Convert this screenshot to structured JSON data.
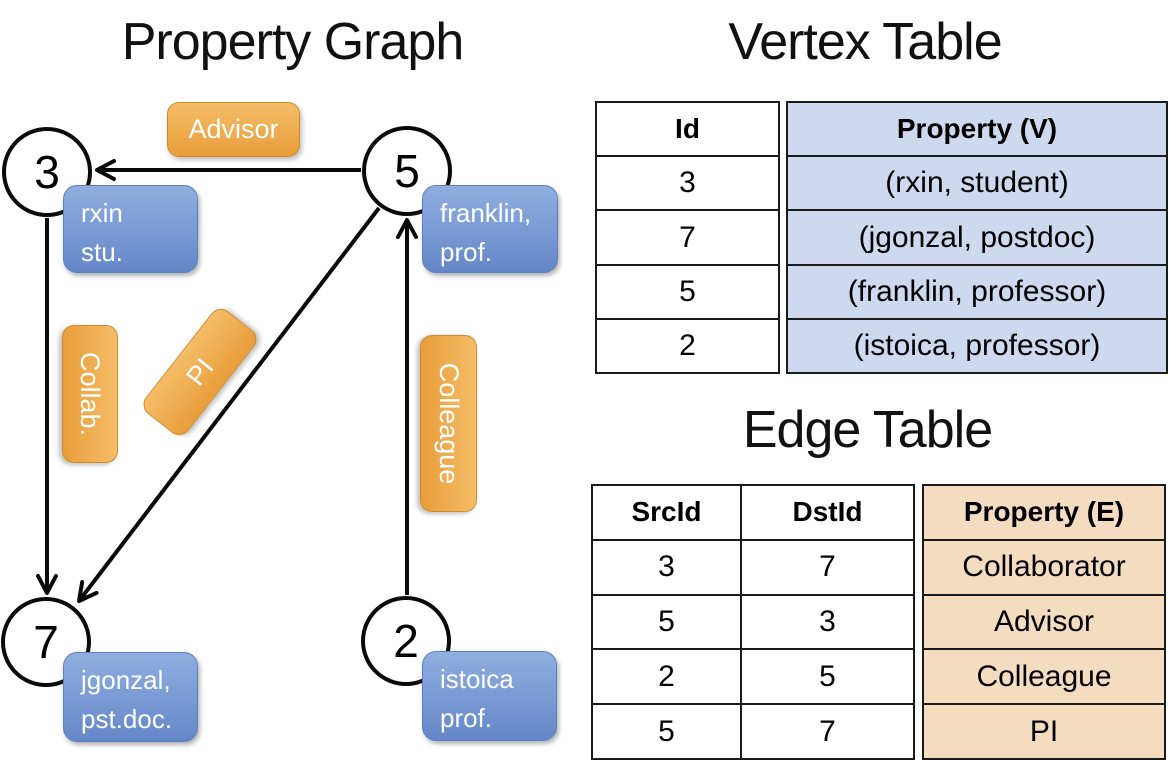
{
  "graph": {
    "title": "Property Graph",
    "nodes": [
      {
        "id": "3",
        "label_line1": "rxin",
        "label_line2": "stu."
      },
      {
        "id": "5",
        "label_line1": "franklin,",
        "label_line2": "prof."
      },
      {
        "id": "7",
        "label_line1": "jgonzal,",
        "label_line2": "pst.doc."
      },
      {
        "id": "2",
        "label_line1": "istoica",
        "label_line2": "prof."
      }
    ],
    "edge_labels": {
      "advisor": "Advisor",
      "collab": "Collab.",
      "pi": "PI",
      "colleague": "Colleague"
    }
  },
  "vertex_table": {
    "title": "Vertex Table",
    "columns": [
      "Id",
      "Property (V)"
    ],
    "rows": [
      [
        "3",
        "(rxin, student)"
      ],
      [
        "7",
        "(jgonzal, postdoc)"
      ],
      [
        "5",
        "(franklin, professor)"
      ],
      [
        "2",
        "(istoica, professor)"
      ]
    ]
  },
  "edge_table": {
    "title": "Edge Table",
    "columns": [
      "SrcId",
      "DstId",
      "Property (E)"
    ],
    "rows": [
      [
        "3",
        "7",
        "Collaborator"
      ],
      [
        "5",
        "3",
        "Advisor"
      ],
      [
        "2",
        "5",
        "Colleague"
      ],
      [
        "5",
        "7",
        "PI"
      ]
    ]
  },
  "colors": {
    "node_label_top": "#8fafe0",
    "node_label_bottom": "#6587c8",
    "node_label_border": "#5d7fbe",
    "edge_label_top": "#f5bd68",
    "edge_label_bottom": "#e89d3a",
    "edge_label_border": "#d18a2a",
    "vertex_property_fill": "#cdd9ee",
    "edge_property_fill": "#f4dcc1"
  }
}
